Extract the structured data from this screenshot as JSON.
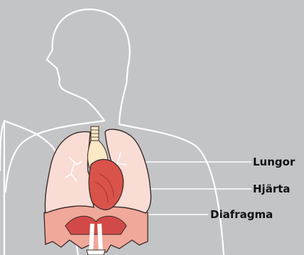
{
  "labels": {
    "lungs": "Lungor",
    "heart": "Hjärta",
    "diaphragm": "Diafragma"
  },
  "colors": {
    "background": "#c3c4c6",
    "outline": "#ffffff",
    "lung_fill": "#f9dcd3",
    "heart": "#d9534a",
    "diaphragm": "#efa89a",
    "trachea": "#fbe8c4"
  }
}
